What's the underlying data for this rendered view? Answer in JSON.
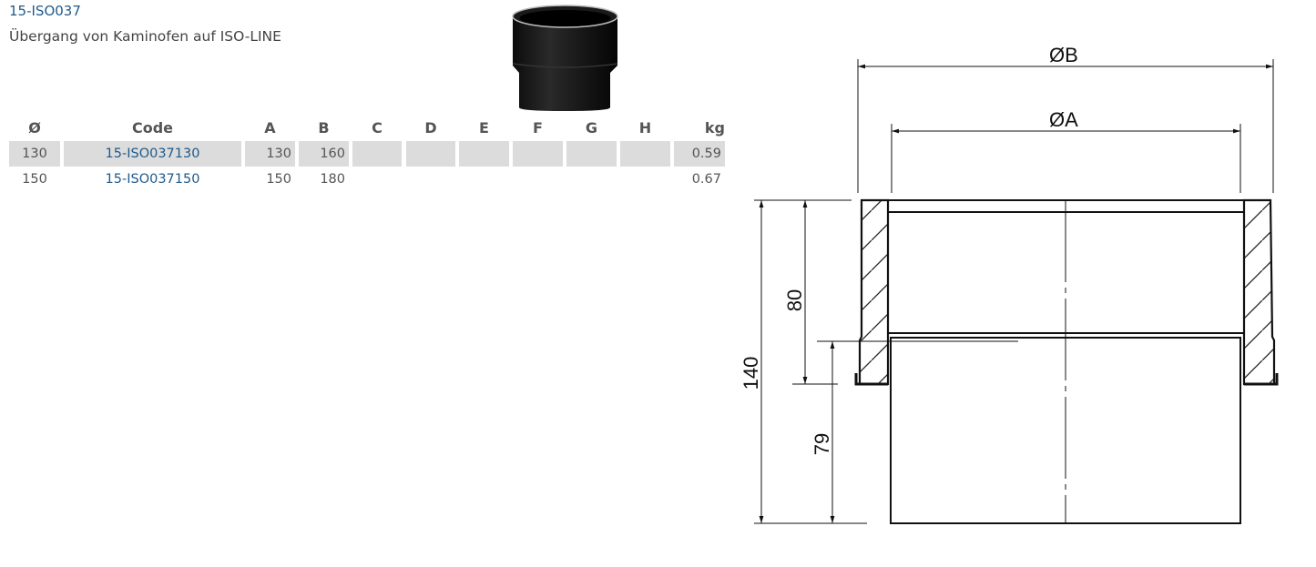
{
  "product": {
    "code": "15-ISO037",
    "description": "Übergang von Kaminofen auf ISO-LINE"
  },
  "table": {
    "headers": [
      "Ø",
      "Code",
      "A",
      "B",
      "C",
      "D",
      "E",
      "F",
      "G",
      "H",
      "kg"
    ],
    "rows": [
      [
        "130",
        "15-ISO037130",
        "130",
        "160",
        "",
        "",
        "",
        "",
        "",
        "",
        "0.59"
      ],
      [
        "150",
        "15-ISO037150",
        "150",
        "180",
        "",
        "",
        "",
        "",
        "",
        "",
        "0.67"
      ]
    ]
  },
  "drawing": {
    "dim_outer_diameter": "ØB",
    "dim_inner_diameter": "ØA",
    "dim_total_height": "140",
    "dim_collar_height": "80",
    "dim_spigot_height": "79"
  },
  "colors": {
    "link": "#1f5a8c",
    "row_shade": "#dcdcdc"
  }
}
